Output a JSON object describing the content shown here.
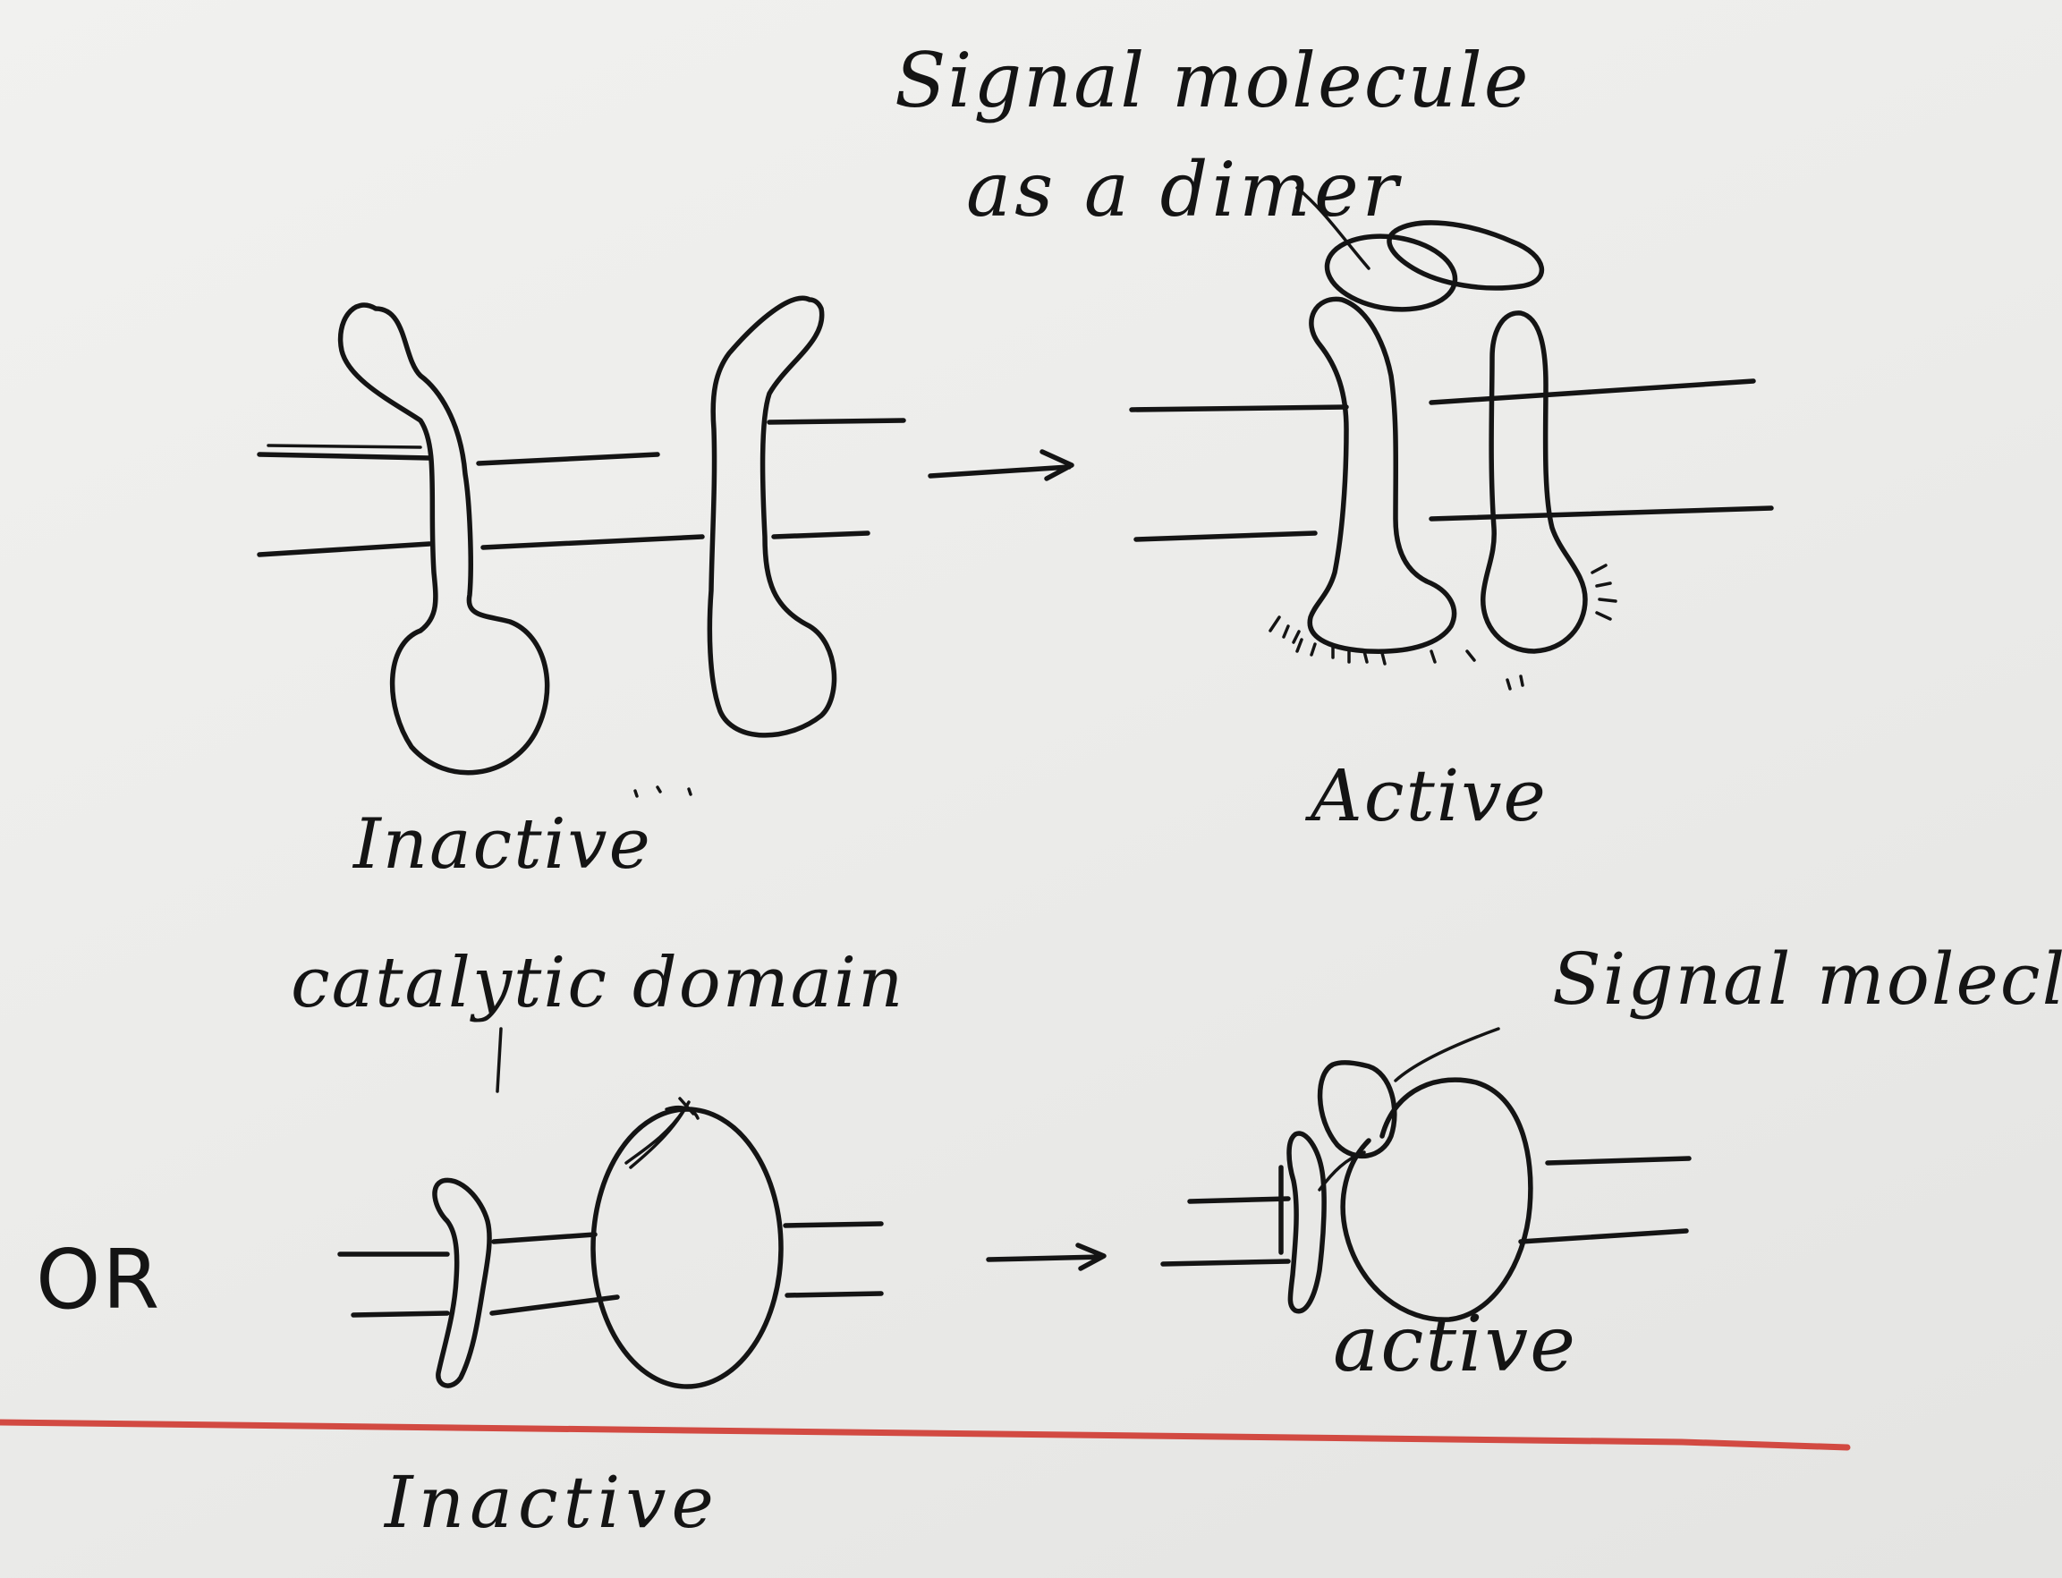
{
  "labels": {
    "signal_molecule_top": "Signal molecule",
    "as_a_dimer": "as a dimer",
    "inactive_top": "Inactive",
    "active_top": "Active",
    "catalytic_domain": "catalytic domain",
    "signal_molecule_bottom": "Signal molecle",
    "or": "OR",
    "active_bottom": "active",
    "inactive_bottom": "Inactive"
  },
  "colors": {
    "ink": "#141414",
    "paper": "#ececea",
    "margin_rule": "#d24a42"
  }
}
